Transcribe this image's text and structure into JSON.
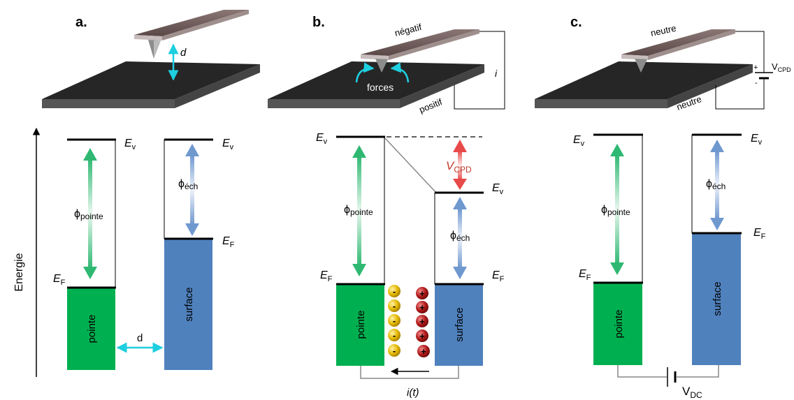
{
  "panels": {
    "a": {
      "label": "a.",
      "distance_symbol": "d",
      "ev": "E",
      "ev_sub": "v",
      "ef": "E",
      "ef_sub": "F",
      "phi_tip": "ϕ",
      "phi_tip_sub": "pointe",
      "phi_sample": "ϕ",
      "phi_sample_sub": "éch",
      "tip_block": "pointe",
      "surface_block": "surface",
      "gap_label": "d",
      "energy_axis": "Energie"
    },
    "b": {
      "label": "b.",
      "cantilever_label": "négatif",
      "sample_label": "positif",
      "forces_label": "forces",
      "current_label": "i",
      "ev": "E",
      "ev_sub": "v",
      "ef": "E",
      "ef_sub": "F",
      "vcpd": "V",
      "vcpd_sub": "CPD",
      "phi_tip": "ϕ",
      "phi_tip_sub": "pointe",
      "phi_sample": "ϕ",
      "phi_sample_sub": "éch",
      "tip_block": "pointe",
      "surface_block": "surface",
      "current_time": "i(t)",
      "neg_charge": "-",
      "pos_charge": "+"
    },
    "c": {
      "label": "c.",
      "cantilever_label": "neutre",
      "sample_label": "neutre",
      "battery_label": "V",
      "battery_sub": "CPD",
      "plus": "+",
      "minus": "-",
      "ev": "E",
      "ev_sub": "v",
      "ef": "E",
      "ef_sub": "F",
      "phi_tip": "ϕ",
      "phi_tip_sub": "pointe",
      "phi_sample": "ϕ",
      "phi_sample_sub": "éch",
      "tip_block": "pointe",
      "surface_block": "surface",
      "vdc": "V",
      "vdc_sub": "DC"
    }
  },
  "colors": {
    "tip_block": "#00b050",
    "surface_block": "#4f81bd",
    "cyan_arrow": "#1ecfe0",
    "green_arrow": "#2eb872",
    "blue_arrow": "#6f98cf",
    "red_arrow": "#e84a4a",
    "vcpd_text": "#c0392b",
    "plate_top": "#262626",
    "cantilever": "#6e5a58"
  }
}
